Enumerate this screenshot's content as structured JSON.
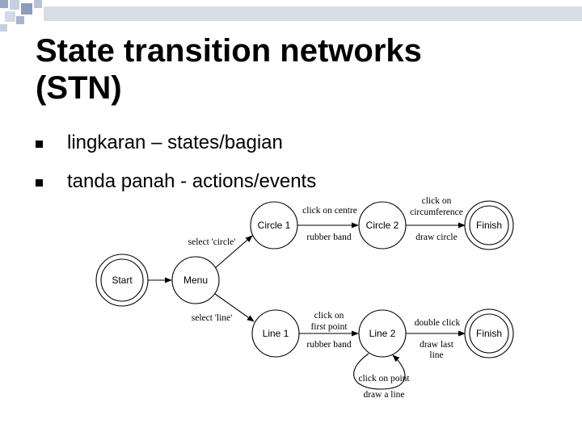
{
  "slide": {
    "title_line1": "State transition networks",
    "title_line2": "(STN)"
  },
  "bullets": [
    "lingkaran – states/bagian",
    "tanda panah - actions/events"
  ],
  "diagram": {
    "states": {
      "start": "Start",
      "menu": "Menu",
      "circle1": "Circle 1",
      "circle2": "Circle 2",
      "finish_top": "Finish",
      "line1": "Line 1",
      "line2": "Line 2",
      "finish_bottom": "Finish"
    },
    "events": {
      "select_circle": "select 'circle'",
      "select_line": "select 'line'",
      "click_on_centre": "click on centre",
      "rubber_band_top": "rubber band",
      "click_on_circumference_1": "click on",
      "click_on_circumference_2": "circumference",
      "draw_circle": "draw circle",
      "click_on_first_point_1": "click on",
      "click_on_first_point_2": "first point",
      "rubber_band_bottom": "rubber band",
      "double_click": "double click",
      "draw_last_line_1": "draw last",
      "draw_last_line_2": "line",
      "click_on_point": "click on point",
      "draw_a_line": "draw a line"
    }
  }
}
